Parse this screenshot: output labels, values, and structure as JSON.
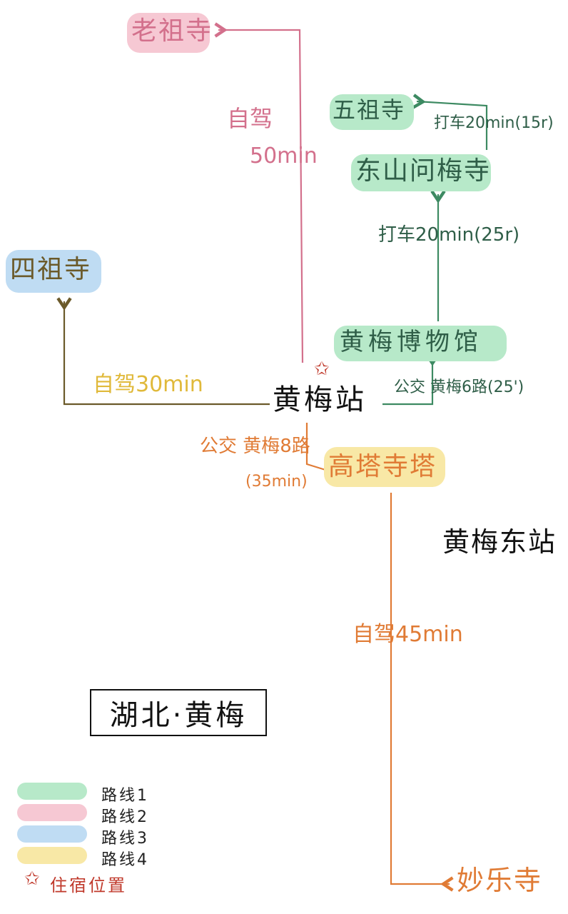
{
  "title": "湖北·黄梅",
  "colors": {
    "route1": "#3d8a62",
    "route1_fill": "#b7e9c9",
    "route2": "#d3708c",
    "route2_fill": "#f6c8d3",
    "route3": "#6b5a2a",
    "route3_fill": "#bfdcf3",
    "route4": "#e07b35",
    "route4_fill": "#f8e8a6",
    "lodging": "#c0392b",
    "text_route2": "#d3708c",
    "text_route3": "#e0b93a",
    "text_route4": "#e07b35",
    "text_route1": "#2f5e48"
  },
  "places": {
    "laozu": "老祖寺",
    "wuzu": "五祖寺",
    "dongshan": "东山问梅寺",
    "sizu": "四祖寺",
    "museum": "黄梅博物馆",
    "station": "黄梅站",
    "gaota": "高塔寺塔",
    "east_station": "黄梅东站",
    "miaole": "妙乐寺"
  },
  "routes": {
    "to_laozu": [
      "自驾",
      "50min"
    ],
    "to_wuzu": "打车20min(15r)",
    "to_dongshan": "打车20min(25r)",
    "to_museum": "公交 黄梅6路(25')",
    "to_sizu": "自驾30min",
    "to_gaota": [
      "公交 黄梅8路",
      "(35min)"
    ],
    "to_miaole": "自驾45min"
  },
  "legend": {
    "items": [
      {
        "label": "路线1",
        "color": "#b7e9c9"
      },
      {
        "label": "路线2",
        "color": "#f6c8d3"
      },
      {
        "label": "路线3",
        "color": "#bfdcf3"
      },
      {
        "label": "路线4",
        "color": "#f8e8a6"
      }
    ],
    "lodging_label": "住宿位置",
    "lodging_icon": "star-icon"
  }
}
